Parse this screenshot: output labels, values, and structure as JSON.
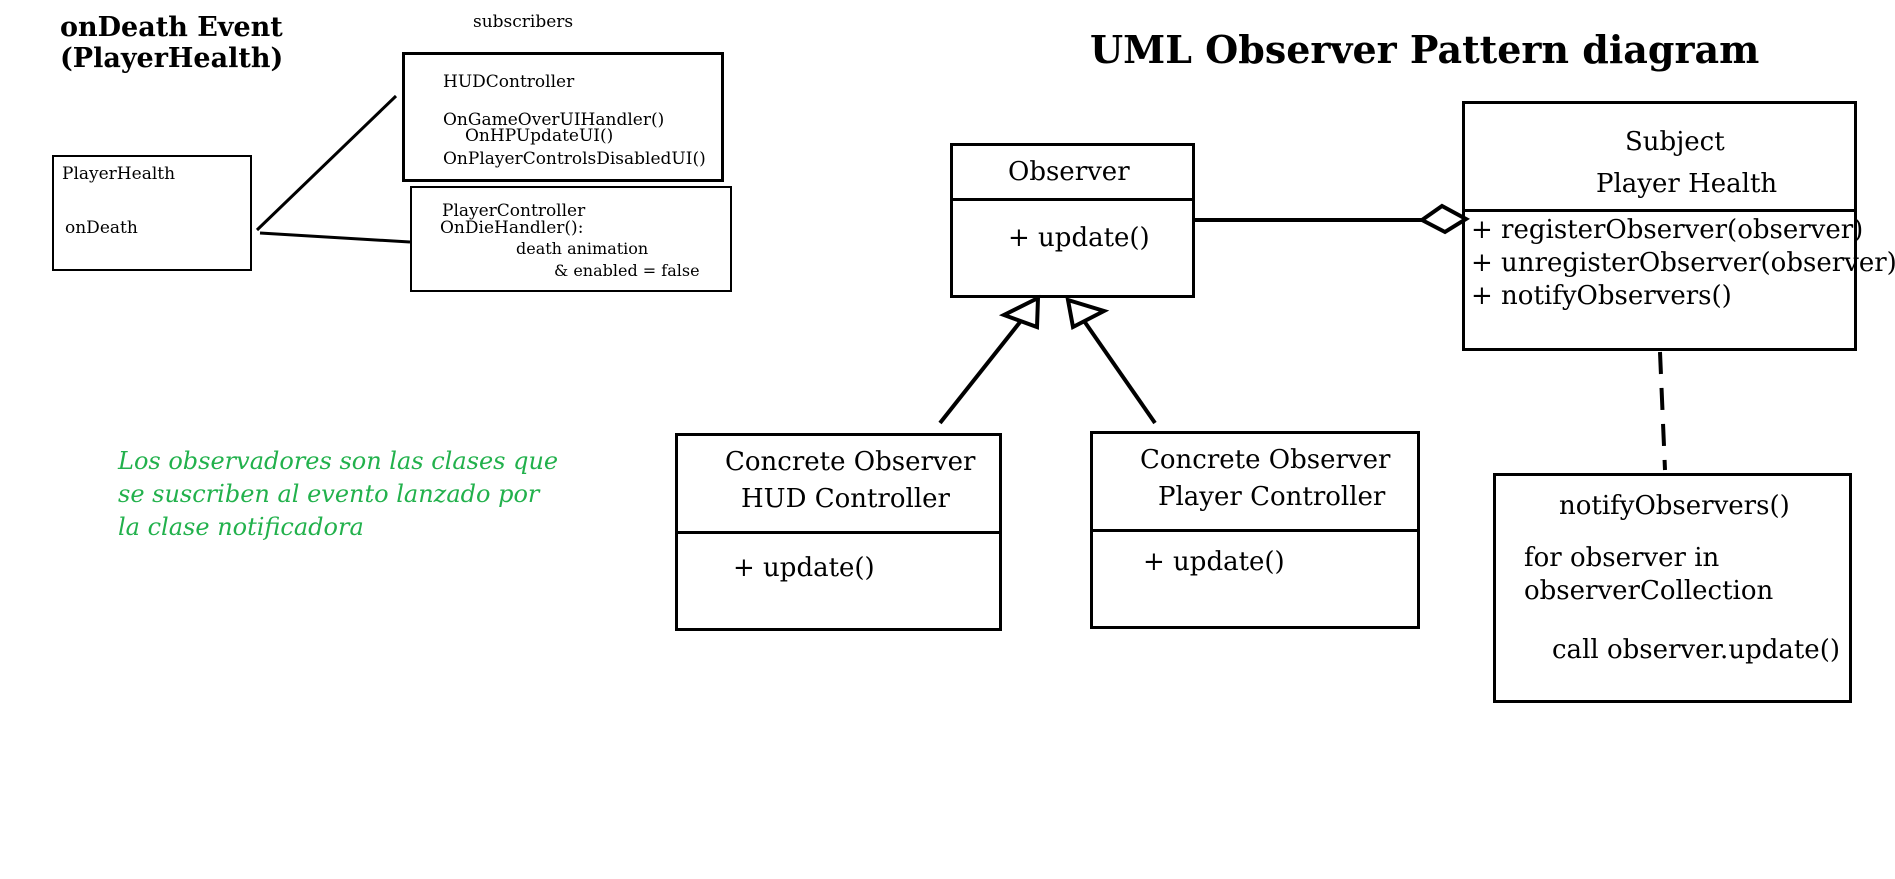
{
  "left": {
    "title_line1": "onDeath Event",
    "title_line2": "(PlayerHealth)",
    "subscribers_label": "subscribers",
    "player_health_box": {
      "name": "PlayerHealth",
      "member": "onDeath"
    },
    "hud_controller_box": {
      "name": "HUDController",
      "methods": [
        "OnGameOverUIHandler()",
        "OnHPUpdateUI()",
        "OnPlayerControlsDisabledUI()"
      ]
    },
    "player_controller_box": {
      "name": "PlayerController",
      "method": "OnDieHandler():",
      "line1": "death animation",
      "line2": "& enabled = false"
    },
    "note_lines": [
      "Los observadores son las clases que",
      "se suscriben al evento lanzado por",
      "la clase notificadora"
    ]
  },
  "uml": {
    "title": "UML Observer Pattern diagram",
    "observer": {
      "name": "Observer",
      "method": "+ update()"
    },
    "concrete_hud": {
      "line1": "Concrete Observer",
      "line2": "HUD Controller",
      "method": "+ update()"
    },
    "concrete_player": {
      "line1": "Concrete Observer",
      "line2": "Player Controller",
      "method": "+ update()"
    },
    "subject": {
      "line1": "Subject",
      "line2": "Player Health",
      "methods": [
        "+ registerObserver(observer)",
        "+ unregisterObserver(observer)",
        "+ notifyObservers()"
      ]
    },
    "notify_note": {
      "title": "notifyObservers()",
      "line1": "for observer in",
      "line2": "observerCollection",
      "line3": "call observer.update()"
    }
  },
  "colors": {
    "note_green": "#22b14c",
    "stroke": "#000000"
  }
}
